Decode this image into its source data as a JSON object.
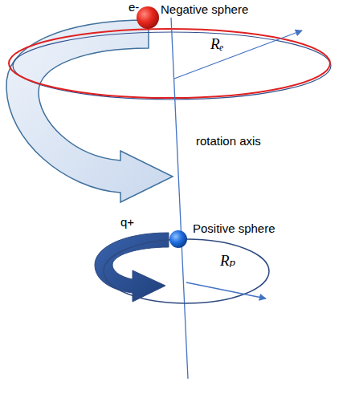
{
  "diagram": {
    "labels": [
      "e-",
      "Negative sphere",
      "Rₑ",
      "rotation axis",
      "q+",
      "Positive sphere",
      "Rₚ"
    ]
  }
}
